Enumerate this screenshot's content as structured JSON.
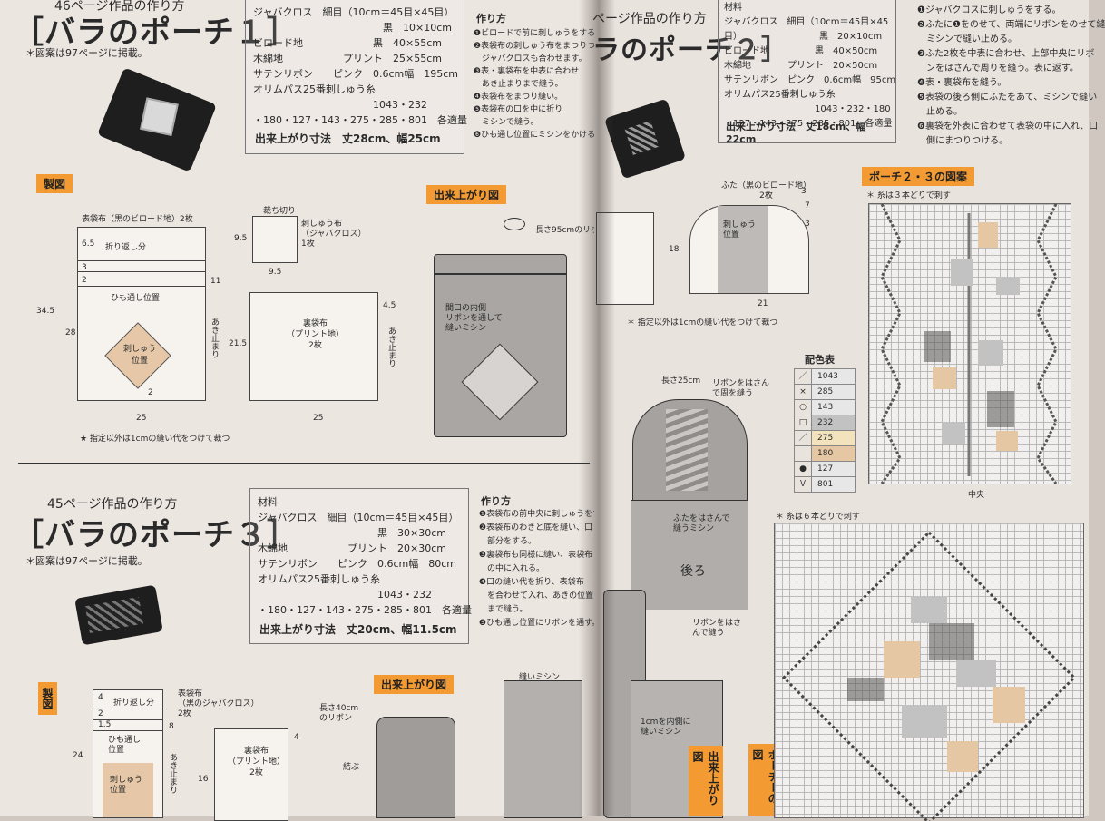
{
  "left_page": {
    "p1": {
      "header_cut": "46ページ作品の作り方",
      "title": "［バラのポーチ１］",
      "note": "＊図案は97ページに掲載。",
      "materials": [
        "ジャバクロス　細目（10cm＝45目×45目）",
        "　　　　　　　　　　　　　黒　10×10cm",
        "ビロード地　　　　　　　黒　40×55cm",
        "木綿地　　　　　　プリント　25×55cm",
        "サテンリボン　　ピンク　0.6cm幅　195cm",
        "オリムパス25番刺しゅう糸",
        "　　　　　　　　　　　　1043・232",
        "・180・127・143・275・285・801　各適量"
      ],
      "finish_size": "出来上がり寸法　丈28cm、幅25cm",
      "method_heading": "作り方",
      "method": [
        "❶ビロードで前に刺しゅうをする。",
        "❷表袋布の刺しゅう布をまつりつけます。",
        "　ジャバクロスも合わせます。",
        "❸表・裏袋布を中表に合わせ",
        "　あき止まりまで縫う。",
        "❹表袋布をまつり縫い。",
        "❺表袋布の口を中に折り",
        "　ミシンで縫う。",
        "❻ひも通し位置にミシンをかける。"
      ],
      "seido_label": "製図",
      "outer_cloth_label": "表袋布（黒のビロード地）2枚",
      "fold_label": "折り返し分",
      "ribbon_pos_label": "ひも通し位置",
      "embroidery_pos": "刺しゅう\n位置",
      "side_label": "あき止まり",
      "dims": {
        "d65": "6.5",
        "d3": "3",
        "d2a": "2",
        "d11": "11",
        "d345": "34.5",
        "d28": "28",
        "d2b": "2",
        "d25a": "25",
        "d95a": "9.5",
        "d95b": "9.5",
        "d215": "21.5",
        "d45": "4.5",
        "d25b": "25"
      },
      "small_cloth": "刺しゅう布\n（ジャバクロス）\n1枚",
      "small_cut": "裁ち切り",
      "lining_label": "裏袋布\n（プリント地）\n2枚",
      "seam_note": "★ 指定以外は1cmの縫い代をつけて裁つ",
      "done_label": "出来上がり図",
      "done_note1": "長さ95cmのリボン",
      "done_note2": "間口の内側\nリボンを通して\n縫いミシン"
    },
    "p3": {
      "header": "45ページ作品の作り方",
      "title": "［バラのポーチ３］",
      "note": "＊図案は97ページに掲載。",
      "materials": [
        "材料",
        "ジャバクロス　細目（10cm＝45目×45目）",
        "　　　　　　　　　　　　黒　30×30cm",
        "木綿地　　　　　　プリント　20×30cm",
        "サテンリボン　　ピンク　0.6cm幅　80cm",
        "オリムパス25番刺しゅう糸",
        "　　　　　　　　　　　　1043・232",
        "・180・127・143・275・285・801　各適量"
      ],
      "finish_size": "出来上がり寸法　丈20cm、幅11.5cm",
      "method_heading": "作り方",
      "method": [
        "❶表袋布の前中央に刺しゅうをする。",
        "❷表袋布のわきと底を縫い、口",
        "　部分をする。",
        "❸裏袋布も同様に縫い、表袋布",
        "　の中に入れる。",
        "❹口の縫い代を折り、表袋布",
        "　を合わせて入れ、あきの位置",
        "　まで縫う。",
        "❺ひも通し位置にリボンを通す。"
      ],
      "seido_label": "製図",
      "outer_label": "表袋布\n（黒のジャバクロス）\n2枚",
      "lining_label": "裏袋布\n（プリント地）\n2枚",
      "fold_label": "折り返し分",
      "ribbon_label": "ひも通し\n位置",
      "emb_label": "刺しゅう\n位置",
      "side_label": "あき止まり",
      "dims": {
        "d4": "4",
        "d2": "2",
        "d15": "1.5",
        "d8": "8",
        "d24": "24",
        "d16": "16",
        "d4b": "4"
      },
      "done_label": "出来上がり図",
      "ribbon_note": "長さ40cm\nのリボン",
      "knot": "結ぶ",
      "stitch_note": "縫いミシン"
    }
  },
  "right_page": {
    "header": "ページ作品の作り方",
    "title": "ラのポーチ２］",
    "materials": [
      "材料",
      "ジャバクロス　細目（10cm＝45目×45",
      "目）　　　　　　　　　黒　20×10cm",
      "ビロード地　　　　　黒　40×50cm",
      "木綿地　　　　プリント　20×50cm",
      "サテンリボン　ピンク　0.6cm幅　95cm",
      "オリムパス25番刺しゅう糸",
      "　　　　　　　　　　1043・232・180",
      "・127・143・275・285・801　各適量"
    ],
    "finish_size": "出来上がり寸法　丈18cm、幅22cm",
    "method": [
      "❶ジャバクロスに刺しゅうをする。",
      "❷ふたに❶をのせて、両端にリボンをのせて縫",
      "　ミシンで縫い止める。",
      "❸ふた2枚を中表に合わせ、上部中央にリボ",
      "　ンをはさんで周りを縫う。表に返す。",
      "❹表・裏袋布を縫う。",
      "❺表袋の後ろ側にふたをあて、ミシンで縫い",
      "　止める。",
      "❻裏袋を外表に合わせて表袋の中に入れ、口",
      "　側にまつりつける。"
    ],
    "flap_label": "ふた（黒のビロード地）\n2枚",
    "dims": {
      "d3a": "3",
      "d7": "7",
      "d3b": "3",
      "d18": "18",
      "d21": "21"
    },
    "emb_pos": "刺しゅう\n位置",
    "seam_note": "＊ 指定以外は1cmの縫い代をつけて裁つ",
    "pattern_label": "ポーチ２・３の図案",
    "pattern_note1": "＊ 糸は３本どりで刺す",
    "center_label": "中央",
    "color_table_title": "配色表",
    "color_table": [
      {
        "sym": "／",
        "code": "1043",
        "color": "#e7e7e7"
      },
      {
        "sym": "×",
        "code": "285",
        "color": "#e7e7e7"
      },
      {
        "sym": "○",
        "code": "143",
        "color": "#e7e7e7"
      },
      {
        "sym": "□",
        "code": "232",
        "color": "#c2c2c2"
      },
      {
        "sym": "／",
        "code": "275",
        "color": "#f2e3bd"
      },
      {
        "sym": "",
        "code": "180",
        "color": "#e6c7a3"
      },
      {
        "sym": "●",
        "code": "127",
        "color": "#e7e7e7"
      },
      {
        "sym": "Ｖ",
        "code": "801",
        "color": "#e7e7e7"
      }
    ],
    "pattern_note2": "＊ 糸は６本どりで刺す",
    "back_label": "後ろ",
    "flap_note": "ふたをはさんで\n縫うミシン",
    "ribbon_note": "リボンをはさ\nんで縫う",
    "ribbon_note2": "リボンをはさん\nで周を縫う",
    "length_note": "長さ25cm",
    "side_note": "1cmを内側に\n縫いミシン",
    "done_tab1": "出来上がり図",
    "done_tab2": "ポーチーの図"
  }
}
